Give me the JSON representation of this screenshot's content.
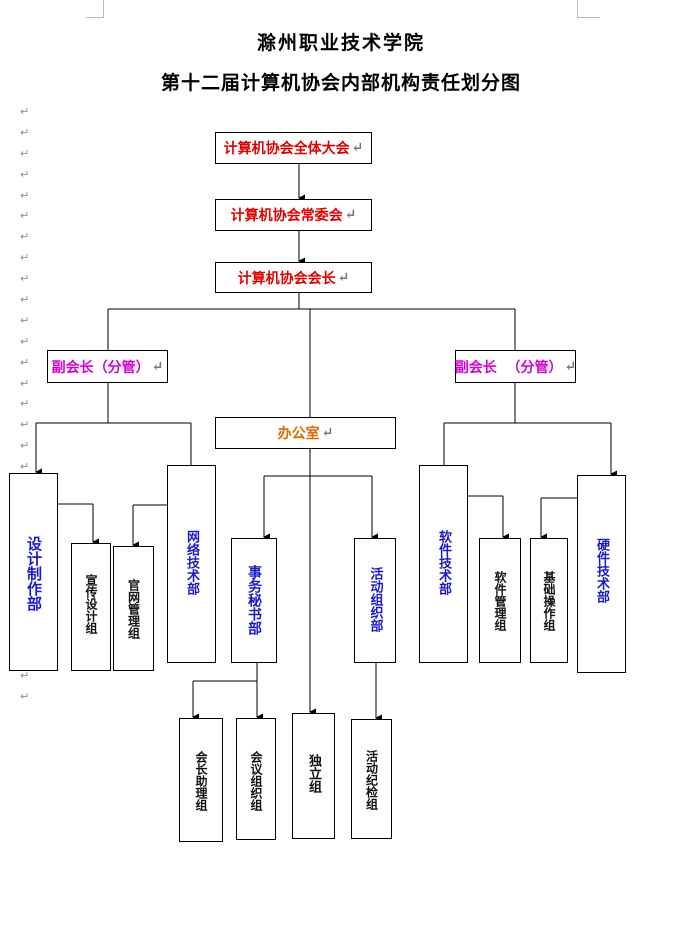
{
  "header": {
    "school": "滁州职业技术学院",
    "title": "第十二届计算机协会内部机构责任划分图"
  },
  "nodes": {
    "general_assembly": "计算机协会全体大会",
    "standing_committee": "计算机协会常委会",
    "president": "计算机协会会长",
    "vp_left": "副会长（分管）",
    "vp_right": "副会长  （分管）",
    "office": "办公室",
    "design_dept": "设计制作部",
    "publicity_group": "宣传设计组",
    "website_group": "官网管理组",
    "network_dept": "网络技术部",
    "secretariat_dept": "事务秘书部",
    "activity_org_dept": "活动组织部",
    "software_dept": "软件技术部",
    "software_mgmt_group": "软件管理组",
    "basic_ops_group": "基础操作组",
    "hardware_dept": "硬件技术部",
    "president_assistant_group": "会长助理组",
    "meeting_org_group": "会议组织组",
    "independent_group": "独立组",
    "activity_discipline_group": "活动纪检组"
  },
  "colors": {
    "top_nodes": "#e00000",
    "vice_presidents": "#d400d4",
    "office": "#e26a00",
    "departments": "#1a1acc",
    "groups": "#111111"
  }
}
